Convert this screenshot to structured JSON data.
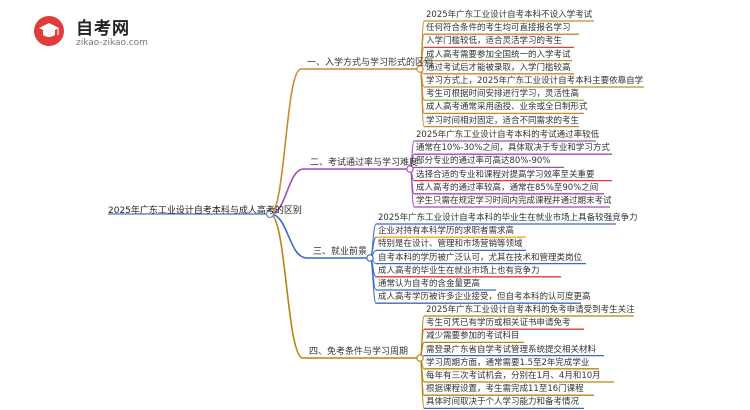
{
  "logo": {
    "title": "自考网",
    "url": "zikao-zikao.com",
    "icon": "graduation-cap-icon"
  },
  "root": {
    "label": "2025年广东工业设计自考本科与成人高考的区别"
  },
  "branches": [
    {
      "label": "一、入学方式与学习形式的区别",
      "color": "#c98a2e",
      "items": [
        {
          "text": "2025年广东工业设计自考本科不设入学考试",
          "color": "#c98a2e"
        },
        {
          "text": "任何符合条件的考生均可直接报名学习",
          "color": "#c98a2e"
        },
        {
          "text": "入学门槛较低，适合灵活学习的考生",
          "color": "#e53935"
        },
        {
          "text": "成人高考需要参加全国统一的入学考试",
          "color": "#c98a2e"
        },
        {
          "text": "通过考试后才能被录取，入学门槛较高",
          "color": "#c98a2e"
        },
        {
          "text": "学习方式上，2025年广东工业设计自考本科主要依靠自学",
          "color": "#c98a2e"
        },
        {
          "text": "考生可根据时间安排进行学习，灵活性高",
          "color": "#8bc34a"
        },
        {
          "text": "成人高考通常采用函授、业余或全日制形式",
          "color": "#c98a2e"
        },
        {
          "text": "学习时间相对固定，适合不同需求的考生",
          "color": "#c98a2e"
        }
      ]
    },
    {
      "label": "二、考试通过率与学习难度",
      "color": "#a44ab8",
      "items": [
        {
          "text": "2025年广东工业设计自考本科的考试通过率较低",
          "color": "#a44ab8"
        },
        {
          "text": "通常在10%-30%之间，具体取决于专业和学习方式",
          "color": "#a44ab8"
        },
        {
          "text": "部分专业的通过率可高达80%-90%",
          "color": "#a44ab8"
        },
        {
          "text": "选择合适的专业和课程对提高学习效率至关重要",
          "color": "#e53935"
        },
        {
          "text": "成人高考的通过率较高，通常在85%至90%之间",
          "color": "#a44ab8"
        },
        {
          "text": "学生只需在规定学习时间内完成课程并通过期末考试",
          "color": "#a44ab8"
        }
      ]
    },
    {
      "label": "三、就业前景",
      "color": "#3d68c9",
      "items": [
        {
          "text": "2025年广东工业设计自考本科的毕业生在就业市场上具备较强竞争力",
          "color": "#3d68c9"
        },
        {
          "text": "企业对持有本科学历的求职者需求高",
          "color": "#f5a623"
        },
        {
          "text": "特别是在设计、管理和市场营销等领域",
          "color": "#3d68c9"
        },
        {
          "text": "自考本科的学历被广泛认可，尤其在技术和管理类岗位",
          "color": "#3d68c9"
        },
        {
          "text": "成人高考的毕业生在就业市场上也有竞争力",
          "color": "#e53935"
        },
        {
          "text": "通常认为自考的含金量更高",
          "color": "#3d68c9"
        },
        {
          "text": "成人高考学历被许多企业接受，但自考本科的认可度更高",
          "color": "#3d68c9"
        }
      ]
    },
    {
      "label": "四、免考条件与学习周期",
      "color": "#b8860b",
      "items": [
        {
          "text": "2025年广东工业设计自考本科的免考申请受到考生关注",
          "color": "#b8860b"
        },
        {
          "text": "考生可凭已有学历或相关证书申请免考",
          "color": "#e53935"
        },
        {
          "text": "减少需要参加的考试科目",
          "color": "#b8860b"
        },
        {
          "text": "需登录广东省自学考试管理系统提交相关材料",
          "color": "#3d68c9"
        },
        {
          "text": "学习周期方面，通常需要1.5至2年完成学业",
          "color": "#b8860b"
        },
        {
          "text": "每年有三次考试机会，分别在1月、4月和10月",
          "color": "#b8860b"
        },
        {
          "text": "根据课程设置，考生需完成11至16门课程",
          "color": "#b8860b"
        },
        {
          "text": "具体时间取决于个人学习能力和备考情况",
          "color": "#3d68c9"
        }
      ]
    }
  ]
}
